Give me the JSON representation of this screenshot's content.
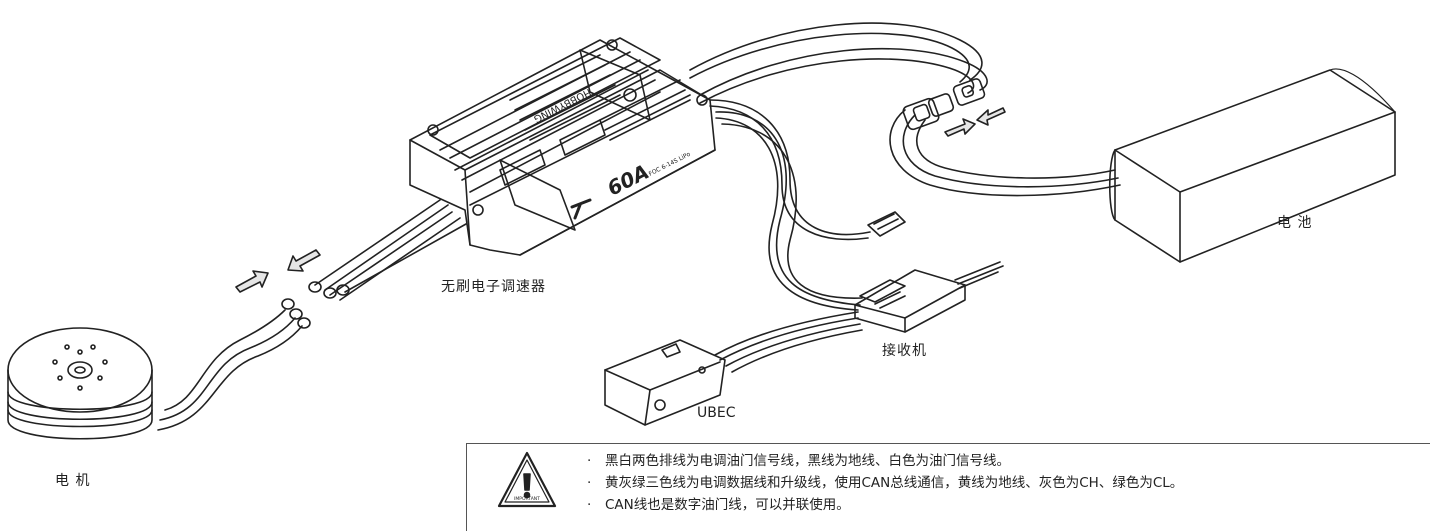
{
  "labels": {
    "esc": "无刷电子调速器",
    "battery": "电 池",
    "receiver": "接收机",
    "ubec": "UBEC",
    "motor": "电 机"
  },
  "esc_markings": {
    "model": "60A",
    "brand": "HOBBYWING",
    "cells": "FOC 6-14S LiPo"
  },
  "important": {
    "icon_text": "IMPORTANT",
    "bullet": "·",
    "notes": [
      "黑白两色排线为电调油门信号线，黑线为地线、白色为油门信号线。",
      "黄灰绿三色线为电调数据线和升级线，使用CAN总线通信，黄线为地线、灰色为CH、绿色为CL。",
      "CAN线也是数字油门线，可以并联使用。"
    ]
  }
}
